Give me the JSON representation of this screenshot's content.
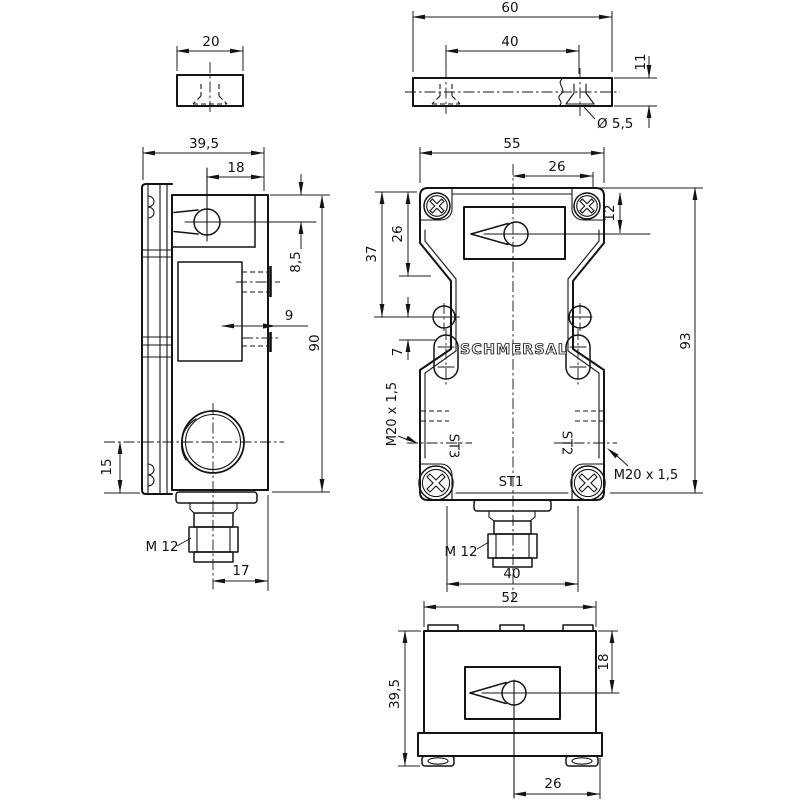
{
  "brand": {
    "logo": "SCHMERSAL"
  },
  "views": {
    "end_view": {
      "width": "20"
    },
    "top_view": {
      "width": "60",
      "hole_spacing": "40",
      "thickness": "11",
      "hole_diameter": "Ø 5,5"
    },
    "side_view": {
      "width": "39,5",
      "keyhole_offset": "18",
      "keyhole_depth": "8,5",
      "recess_depth": "9",
      "height": "90",
      "socket_offset": "15",
      "socket_thread": "M 12",
      "socket_center": "17"
    },
    "front_view": {
      "width": "55",
      "keyhole_center": "26",
      "keyhole_height": "12",
      "hole_offset": "26",
      "slot_offset": "37",
      "slot_pitch": "7",
      "height": "93",
      "cable_gland_left": "M20 x 1,5",
      "cable_gland_right": "M20 x 1,5",
      "port_st3": "ST3",
      "port_st1": "ST1",
      "port_st2": "ST2",
      "socket_thread": "M 12",
      "mount_spacing": "40"
    },
    "bottom_view": {
      "width": "52",
      "keyhole_offset": "18",
      "depth": "39,5",
      "center_offset": "26"
    }
  }
}
